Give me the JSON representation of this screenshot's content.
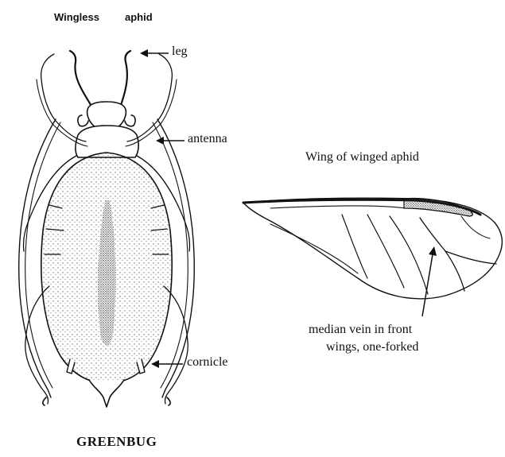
{
  "labels": {
    "wingless": "Wingless",
    "aphid": "aphid",
    "leg": "leg",
    "antenna": "antenna",
    "cornicle": "cornicle",
    "wing_title": "Wing of winged aphid",
    "median_vein_line1": "median vein in front",
    "median_vein_line2": "wings, one-forked",
    "species": "GREENBUG"
  }
}
